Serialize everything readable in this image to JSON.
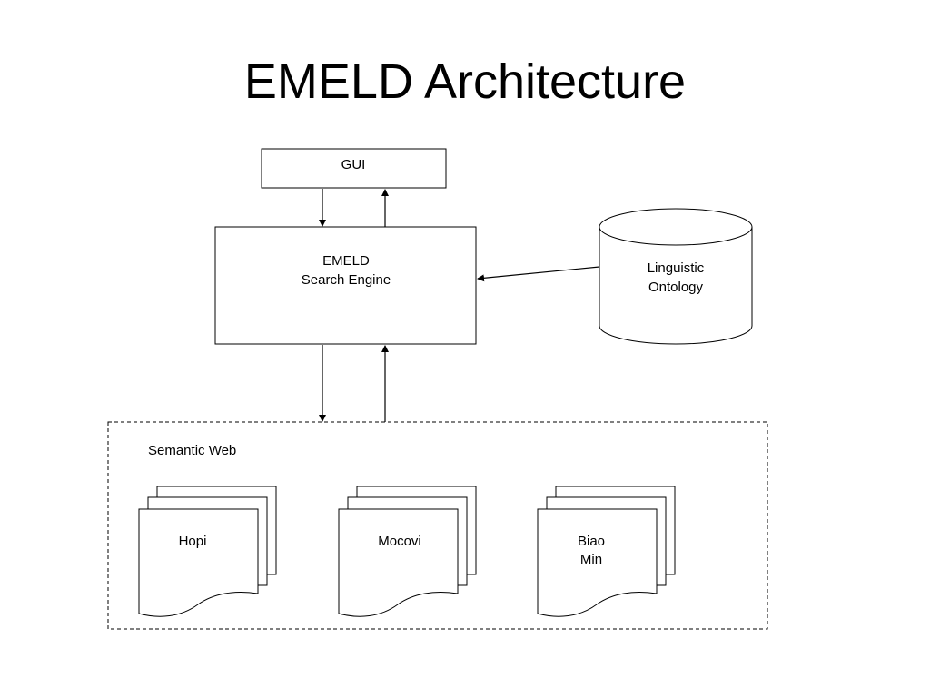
{
  "slide": {
    "title": "EMELD Architecture"
  },
  "gui": {
    "label": "GUI"
  },
  "search_engine": {
    "line1": "EMELD",
    "line2": "Search Engine"
  },
  "ontology": {
    "line1": "Linguistic",
    "line2": "Ontology"
  },
  "semantic_web": {
    "label": "Semantic Web",
    "documents": [
      {
        "line1": "Hopi",
        "line2": ""
      },
      {
        "line1": "Mocovi",
        "line2": ""
      },
      {
        "line1": "Biao",
        "line2": "Min"
      }
    ]
  },
  "colors": {
    "stroke": "#000000",
    "background": "#ffffff"
  }
}
